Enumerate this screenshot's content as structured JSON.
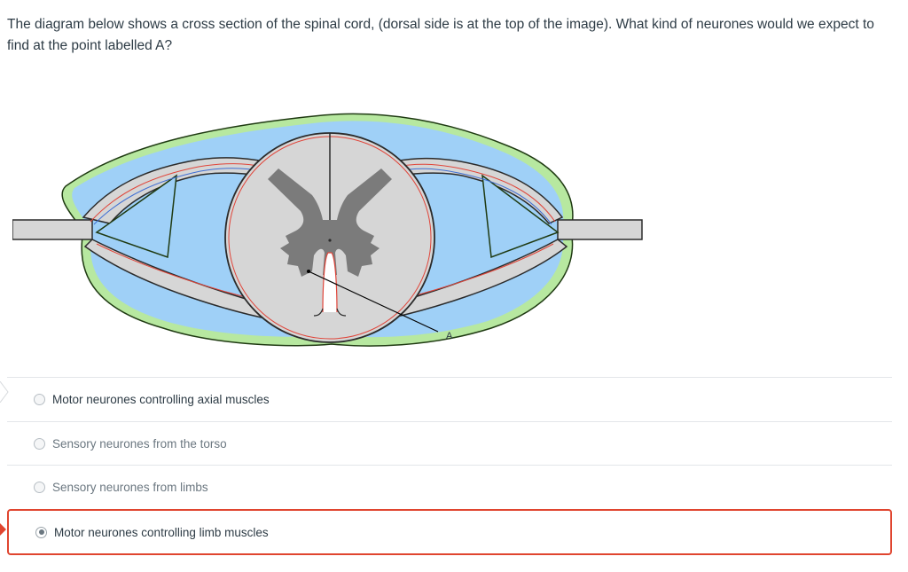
{
  "question": {
    "text": "The diagram below shows a cross section of the spinal cord, (dorsal side is at the top of the image). What kind of neurones would we expect to find at the point labelled A?"
  },
  "diagram": {
    "pointer_label": "A",
    "colors": {
      "outer_membrane": "#b7e8a0",
      "csf_blue": "#9fd0f7",
      "grey_matter": "#7b7b7b",
      "white_matter": "#d6d6d6",
      "red_line": "#e0453a",
      "blue_line": "#3f6fd4"
    }
  },
  "answers": [
    {
      "label": "Motor neurones controlling axial muscles",
      "selected": false
    },
    {
      "label": "Sensory neurones from the torso",
      "selected": false
    },
    {
      "label": "Sensory neurones from limbs",
      "selected": false
    },
    {
      "label": "Motor neurones controlling limb muscles",
      "selected": true
    }
  ],
  "colors": {
    "selected_border": "#e0452f",
    "text": "#2d3b45",
    "muted_text": "#6b7780"
  }
}
